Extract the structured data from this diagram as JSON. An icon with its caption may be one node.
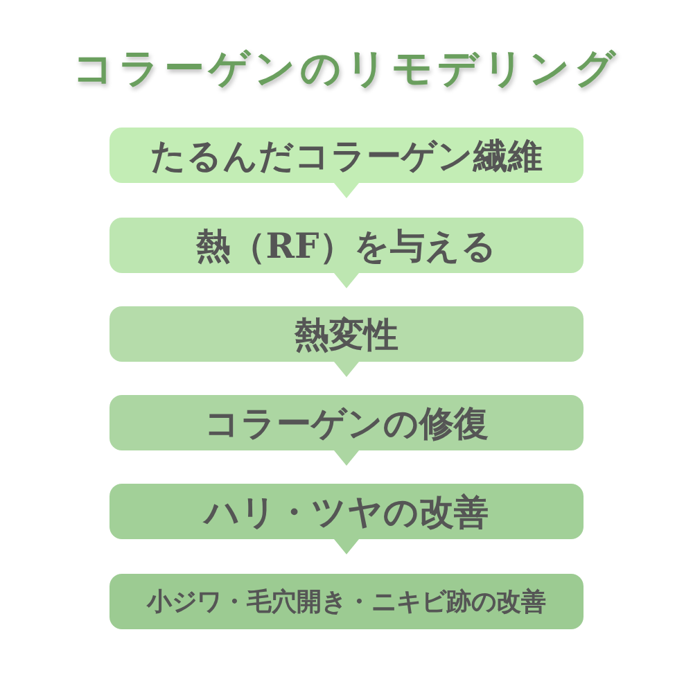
{
  "diagram": {
    "title": "コラーゲンのリモデリング",
    "nodes": [
      {
        "text": [
          "たるんだコラーゲン繊維"
        ]
      },
      {
        "text": [
          "熱（RF）を与える"
        ]
      },
      {
        "text": [
          "熱変性"
        ]
      },
      {
        "text": [
          "コラーゲンの修復"
        ]
      },
      {
        "text": [
          "ハリ・ツヤの改善"
        ]
      },
      {
        "text": [
          "小ジワ・毛穴開き・ニキビ跡の改善"
        ]
      }
    ],
    "edges": [
      {
        "from": 0,
        "to": 1,
        "arrow": "to"
      },
      {
        "from": 1,
        "to": 2,
        "arrow": "to"
      },
      {
        "from": 2,
        "to": 3,
        "arrow": "to"
      },
      {
        "from": 3,
        "to": 4,
        "arrow": "to"
      },
      {
        "from": 4,
        "to": 5,
        "arrow": "to"
      }
    ]
  }
}
